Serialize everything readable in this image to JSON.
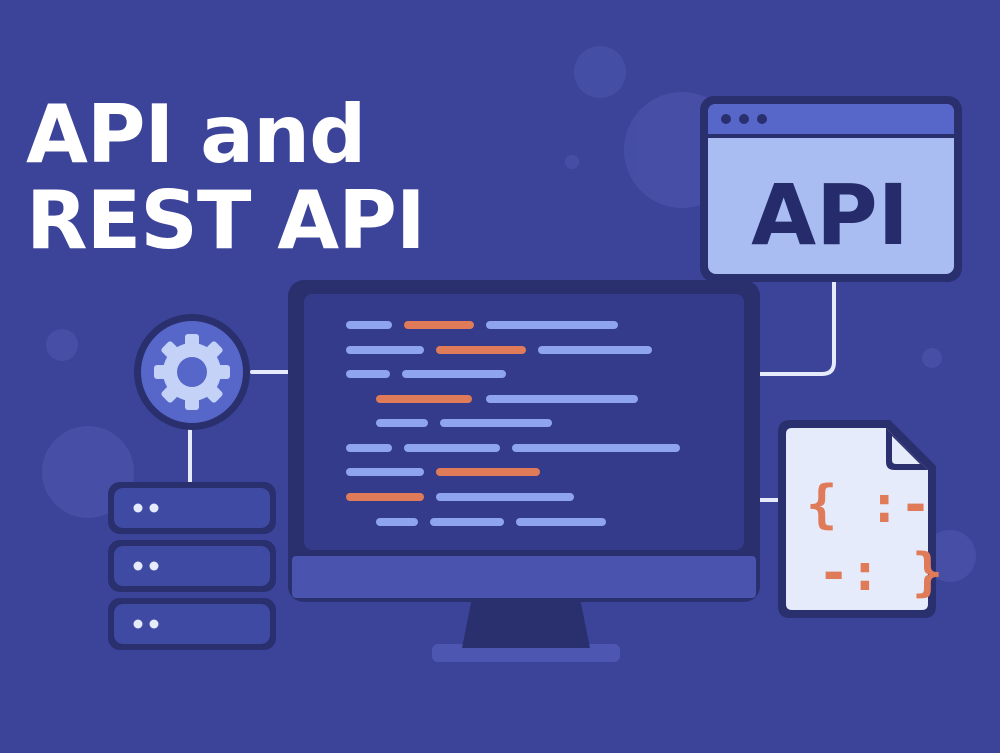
{
  "heading": {
    "line1": "API and",
    "line2": "REST API"
  },
  "api_window": {
    "label": "API"
  },
  "json_file": {
    "line1": "{ :-",
    "line2": "-: }"
  },
  "colors": {
    "background": "#3c449a",
    "frame": "#2a2f6e",
    "screen": "#333b8a",
    "code_blue": "#8fa4ee",
    "code_orange": "#e07b5a",
    "panel_light": "#a9bdf2",
    "paper": "#e6ebfb",
    "title_text": "#ffffff"
  },
  "icons": [
    "gear-icon",
    "server-stack-icon",
    "monitor-icon",
    "browser-window-icon",
    "json-file-icon"
  ]
}
